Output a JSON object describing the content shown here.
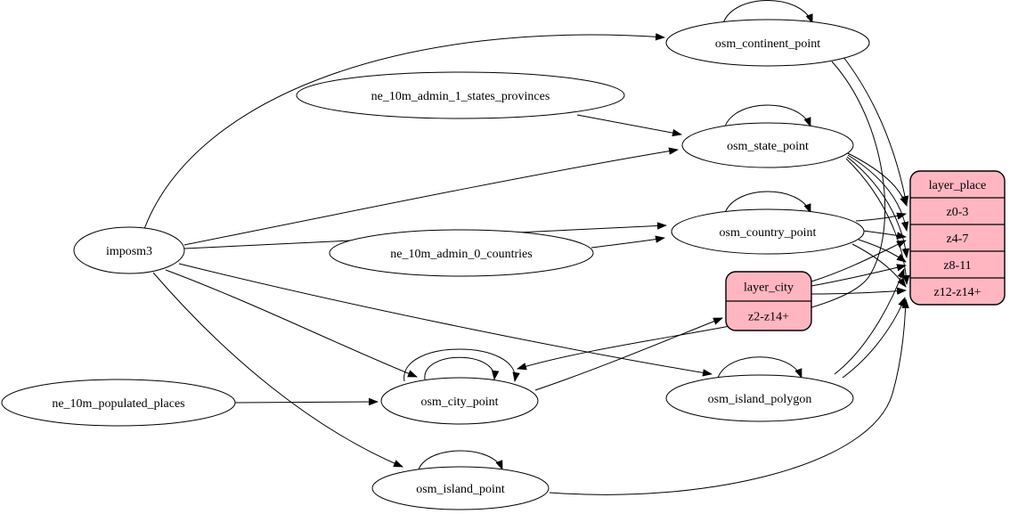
{
  "diagram": {
    "background": "#ffffff",
    "record_fill": "#ffb6c1",
    "node_fill": "#ffffff",
    "stroke_color": "#000000",
    "nodes": [
      {
        "id": "imposm3",
        "type": "ellipse",
        "label": "imposm3"
      },
      {
        "id": "ne_10m_admin_1_states_provinces",
        "type": "ellipse",
        "label": "ne_10m_admin_1_states_provinces"
      },
      {
        "id": "ne_10m_admin_0_countries",
        "type": "ellipse",
        "label": "ne_10m_admin_0_countries"
      },
      {
        "id": "ne_10m_populated_places",
        "type": "ellipse",
        "label": "ne_10m_populated_places"
      },
      {
        "id": "osm_continent_point",
        "type": "ellipse",
        "label": "osm_continent_point"
      },
      {
        "id": "osm_state_point",
        "type": "ellipse",
        "label": "osm_state_point"
      },
      {
        "id": "osm_country_point",
        "type": "ellipse",
        "label": "osm_country_point"
      },
      {
        "id": "osm_city_point",
        "type": "ellipse",
        "label": "osm_city_point"
      },
      {
        "id": "osm_island_polygon",
        "type": "ellipse",
        "label": "osm_island_polygon"
      },
      {
        "id": "osm_island_point",
        "type": "ellipse",
        "label": "osm_island_point"
      },
      {
        "id": "layer_city",
        "type": "record",
        "label": "layer_city",
        "rows": [
          "z2-z14+"
        ]
      },
      {
        "id": "layer_place",
        "type": "record",
        "label": "layer_place",
        "rows": [
          "z0-3",
          "z4-7",
          "z8-11",
          "z12-z14+"
        ]
      }
    ],
    "edges": [
      {
        "from": "imposm3",
        "to": "osm_continent_point"
      },
      {
        "from": "imposm3",
        "to": "osm_state_point"
      },
      {
        "from": "imposm3",
        "to": "osm_country_point"
      },
      {
        "from": "imposm3",
        "to": "osm_city_point"
      },
      {
        "from": "imposm3",
        "to": "osm_island_polygon"
      },
      {
        "from": "imposm3",
        "to": "osm_island_point"
      },
      {
        "from": "ne_10m_admin_1_states_provinces",
        "to": "osm_state_point"
      },
      {
        "from": "ne_10m_admin_0_countries",
        "to": "osm_country_point"
      },
      {
        "from": "ne_10m_populated_places",
        "to": "osm_city_point"
      },
      {
        "from": "osm_continent_point",
        "to": "osm_continent_point"
      },
      {
        "from": "osm_state_point",
        "to": "osm_state_point"
      },
      {
        "from": "osm_country_point",
        "to": "osm_country_point"
      },
      {
        "from": "osm_city_point",
        "to": "osm_city_point"
      },
      {
        "from": "osm_city_point",
        "to": "osm_city_point",
        "variant": "2"
      },
      {
        "from": "osm_island_polygon",
        "to": "osm_island_polygon"
      },
      {
        "from": "osm_island_point",
        "to": "osm_island_point"
      },
      {
        "from": "osm_continent_point",
        "to": "layer_place",
        "to_row": "z0-3"
      },
      {
        "from": "osm_continent_point",
        "to": "osm_city_point",
        "variant": "long"
      },
      {
        "from": "osm_state_point",
        "to": "layer_place",
        "to_row": "z0-3"
      },
      {
        "from": "osm_state_point",
        "to": "layer_place",
        "to_row": "z4-7"
      },
      {
        "from": "osm_state_point",
        "to": "layer_place",
        "to_row": "z8-11"
      },
      {
        "from": "osm_state_point",
        "to": "layer_place",
        "to_row": "z12-z14+"
      },
      {
        "from": "osm_country_point",
        "to": "layer_place",
        "to_row": "z0-3"
      },
      {
        "from": "osm_country_point",
        "to": "layer_place",
        "to_row": "z4-7"
      },
      {
        "from": "osm_country_point",
        "to": "layer_place",
        "to_row": "z8-11"
      },
      {
        "from": "osm_country_point",
        "to": "layer_place",
        "to_row": "z12-z14+"
      },
      {
        "from": "osm_city_point",
        "to": "layer_city",
        "to_row": "z2-z14+"
      },
      {
        "from": "layer_city",
        "to": "layer_place",
        "to_row": "z4-7"
      },
      {
        "from": "layer_city",
        "to": "layer_place",
        "to_row": "z8-11"
      },
      {
        "from": "layer_city",
        "to": "layer_place",
        "to_row": "z12-z14+"
      },
      {
        "from": "osm_island_polygon",
        "to": "layer_place",
        "to_row": "z8-11"
      },
      {
        "from": "osm_island_polygon",
        "to": "layer_place",
        "to_row": "z12-z14+"
      },
      {
        "from": "osm_island_point",
        "to": "layer_place",
        "to_row": "z12-z14+"
      }
    ]
  }
}
